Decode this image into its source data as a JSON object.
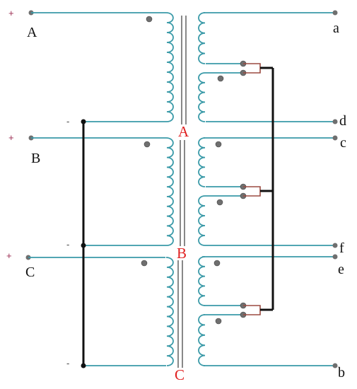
{
  "colors": {
    "wire": "#3a9aa8",
    "core": "#888888",
    "bus": "#111111",
    "bracket": "#9b4a40",
    "plus_sign": "#9b2c52",
    "dot": "#6f6f6f",
    "core_label": "#e02020"
  },
  "primary": {
    "terminals": [
      "A",
      "B",
      "C"
    ],
    "plus": "+",
    "minus": "-"
  },
  "secondary": {
    "terminals": [
      "a",
      "d",
      "c",
      "f",
      "e",
      "b"
    ]
  },
  "cores": [
    "A",
    "B",
    "C"
  ]
}
